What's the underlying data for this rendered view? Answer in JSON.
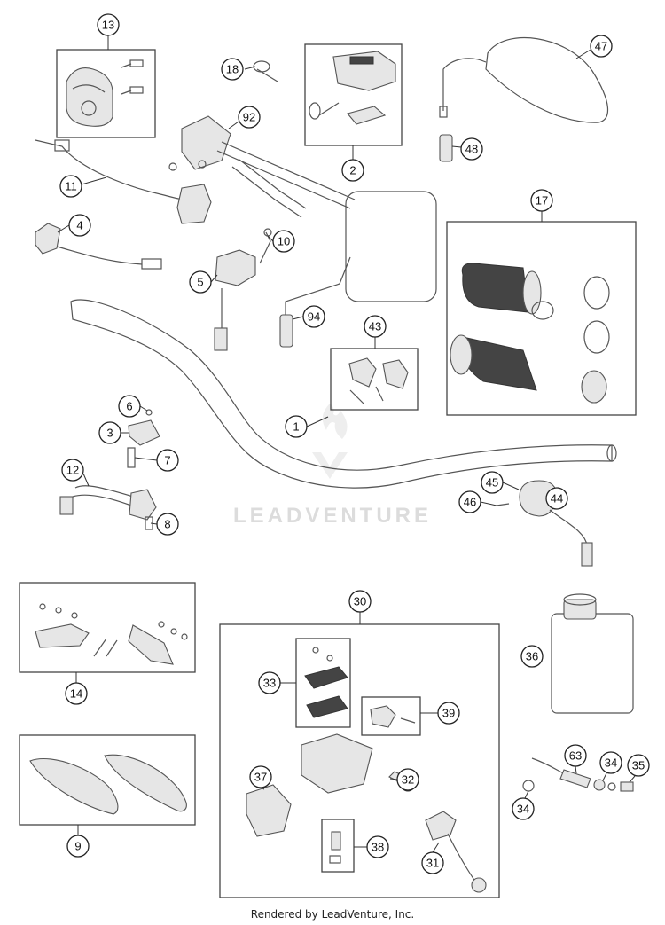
{
  "diagram": {
    "callouts": [
      "13",
      "18",
      "92",
      "2",
      "47",
      "48",
      "11",
      "4",
      "10",
      "5",
      "94",
      "17",
      "43",
      "1",
      "6",
      "3",
      "7",
      "12",
      "8",
      "45",
      "46",
      "44",
      "30",
      "36",
      "14",
      "33",
      "39",
      "37",
      "32",
      "63",
      "34",
      "35",
      "38",
      "31",
      "9"
    ],
    "colors": {
      "line": "#555555",
      "fill": "#e6e6e6",
      "callout_stroke": "#222222"
    }
  },
  "watermark": {
    "text": "LEADVENTURE"
  },
  "footer": {
    "text": "Rendered by LeadVenture, Inc."
  }
}
